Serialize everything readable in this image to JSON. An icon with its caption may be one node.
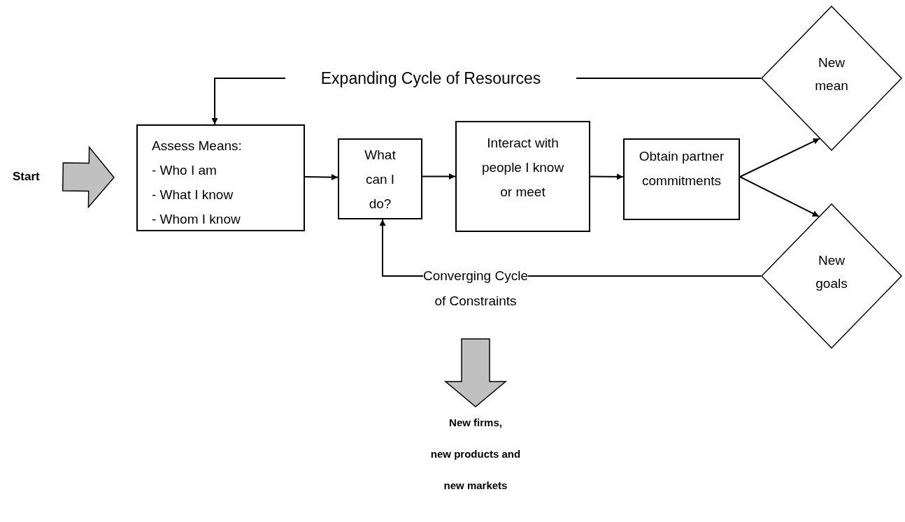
{
  "diagram": {
    "nodes": [
      {
        "text": [
          "Start"
        ]
      },
      {
        "text": [
          "Assess Means:",
          "- Who I am",
          "- What I know",
          "- Whom I know"
        ]
      },
      {
        "text": [
          "What can I do?"
        ]
      },
      {
        "text": [
          "Interact with people I know or meet"
        ]
      },
      {
        "text": [
          "Obtain partner commitments"
        ]
      },
      {
        "text": [
          "New mean"
        ]
      },
      {
        "text": [
          "New goals"
        ]
      },
      {
        "text": [
          "Expanding Cycle of Resources"
        ]
      },
      {
        "text": [
          "Converging Cycle of Constraints"
        ]
      },
      {
        "text": [
          "New firms,",
          "new products and",
          "new markets"
        ]
      }
    ],
    "edges": [
      {
        "from": 0,
        "to": 1,
        "arrow": "to",
        "style": "thick"
      },
      {
        "from": 1,
        "to": 2,
        "arrow": "to"
      },
      {
        "from": 2,
        "to": 3,
        "arrow": "to"
      },
      {
        "from": 3,
        "to": 4,
        "arrow": "to"
      },
      {
        "from": 4,
        "to": 5,
        "arrow": "to"
      },
      {
        "from": 4,
        "to": 6,
        "arrow": "to"
      },
      {
        "from": 5,
        "to": 7,
        "arrow": "none"
      },
      {
        "from": 7,
        "to": 1,
        "arrow": "to"
      },
      {
        "from": 6,
        "to": 8,
        "arrow": "none"
      },
      {
        "from": 8,
        "to": 2,
        "arrow": "to"
      },
      {
        "from": 8,
        "to": 9,
        "arrow": "to",
        "style": "thick"
      }
    ]
  }
}
